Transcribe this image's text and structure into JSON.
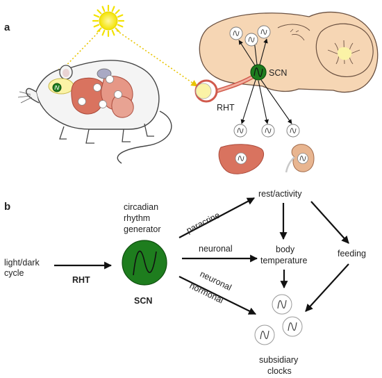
{
  "panel_a": {
    "letter": "a",
    "labels": {
      "scn": "SCN",
      "rht": "RHT"
    }
  },
  "panel_b": {
    "letter": "b",
    "input": {
      "line1": "light/dark",
      "line2": "cycle"
    },
    "rht_label": "RHT",
    "generator": {
      "line1": "circadian",
      "line2": "rhythm",
      "line3": "generator"
    },
    "scn_label": "SCN",
    "outputs": {
      "rest_activity": "rest/activity",
      "body_temperature_line1": "body",
      "body_temperature_line2": "temperature",
      "feeding": "feeding",
      "subsidiary_clocks_line1": "subsidiary",
      "subsidiary_clocks_line2": "clocks"
    },
    "pathways": {
      "paracrine": "paracrine",
      "neuronal": "neuronal",
      "neuronal_2": "neuronal",
      "hormonal": "hormonal"
    }
  },
  "colors": {
    "scn_green": "#1e7d1e",
    "sun_yellow": "#f3e200",
    "brain_pink": "#f6d6b4",
    "organ_red": "#d9735f",
    "eye_red": "#d15a4c"
  },
  "icons": [
    "sun-icon",
    "mouse-illustration",
    "brain-sagittal-illustration",
    "eye-illustration",
    "liver-icon",
    "kidney-icon",
    "clock-oscillator-icon"
  ]
}
